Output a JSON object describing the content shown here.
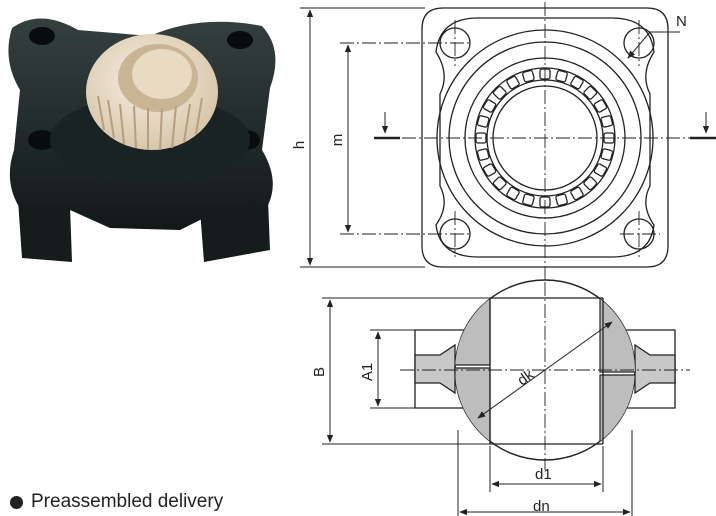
{
  "labels": {
    "h": "h",
    "m": "m",
    "N": "N",
    "B": "B",
    "A1": "A1",
    "dk": "dk",
    "d1": "d1",
    "dn": "dn"
  },
  "bullets": [
    "Preassembled delivery"
  ],
  "colors": {
    "housing": "#1f2a2c",
    "bearing": "#e9dcc7",
    "section_fill": "#bdbdbd",
    "line": "#333333"
  }
}
